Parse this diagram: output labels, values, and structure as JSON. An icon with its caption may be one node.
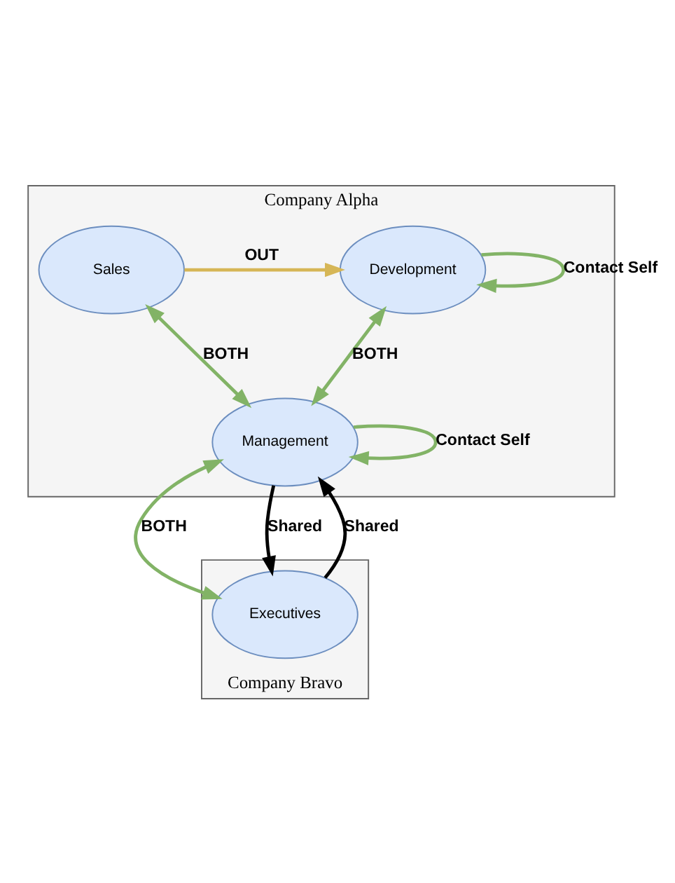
{
  "diagram": {
    "nodes": [
      {
        "text": [
          "Company Alpha"
        ]
      },
      {
        "text": [
          "Development"
        ],
        "in": 0
      },
      {
        "text": [
          "Sales"
        ],
        "in": 0
      },
      {
        "text": [
          "Management"
        ],
        "in": 0
      },
      {
        "text": [
          "Company Bravo"
        ]
      },
      {
        "text": [
          "Executives"
        ],
        "in": 4
      }
    ],
    "edges": [
      {
        "from": 1,
        "to": 1,
        "arrow": "to",
        "label": "Contact Self"
      },
      {
        "from": 2,
        "to": 1,
        "arrow": "to",
        "label": "OUT",
        "color": "#d6b656"
      },
      {
        "from": 1,
        "to": 3,
        "arrow": "both",
        "label": "BOTH"
      },
      {
        "from": 2,
        "to": 3,
        "arrow": "both",
        "label": "BOTH"
      },
      {
        "from": 3,
        "to": 3,
        "arrow": "to",
        "label": "Contact Self"
      },
      {
        "from": 3,
        "to": 5,
        "arrow": "both",
        "label": "BOTH"
      },
      {
        "from": 5,
        "to": 3,
        "arrow": "to",
        "label": "Shared",
        "color": "#000000"
      },
      {
        "from": 3,
        "to": 5,
        "arrow": "to",
        "label": "Shared",
        "color": "#000000"
      }
    ]
  }
}
